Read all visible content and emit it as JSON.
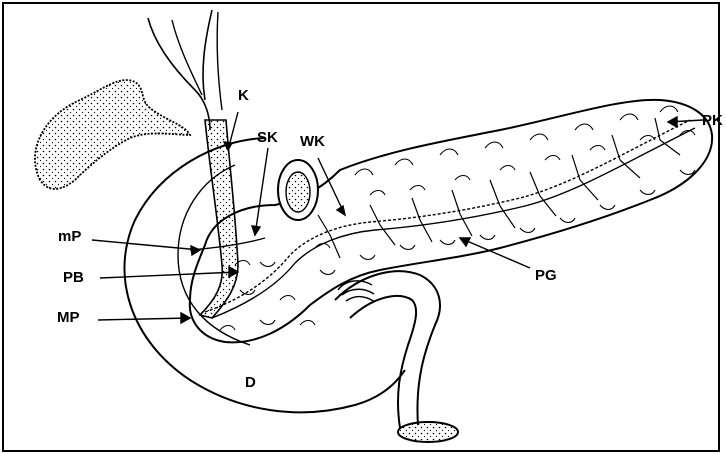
{
  "labels": {
    "k": "K",
    "sk": "SK",
    "wk": "WK",
    "pk": "PK",
    "mp_minor": "mP",
    "pb": "PB",
    "mp_major": "MP",
    "pg": "PG",
    "d": "D"
  }
}
